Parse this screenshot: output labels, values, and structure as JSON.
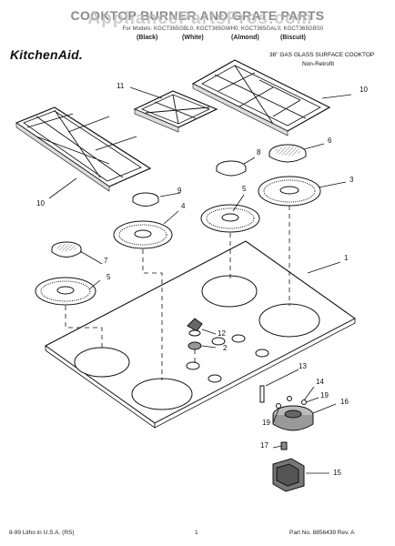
{
  "header": {
    "title": "COOKTOP BURNER AND GRATE PARTS",
    "watermark": "AppliancePartsPros.com",
    "models": "For Models: KGCT365GBL0, KGCT365GWH0, KGCT365GAL0, KGCT365GBS0",
    "colors": [
      "(Black)",
      "(White)",
      "(Almond)",
      "(Biscuit)"
    ],
    "brand": "KitchenAid.",
    "product": "36\" GAS GLASS SURFACE COOKTOP",
    "note": "Non-Retrofit"
  },
  "callouts": {
    "grate_small": "11",
    "grate_right": "10",
    "grate_left": "10",
    "cap_large": "6",
    "cap_mid": "8",
    "head_right": "3",
    "head_center": "5",
    "cap_small": "9",
    "head_mid": "4",
    "cap_left": "7",
    "head_left": "5",
    "cooktop": "1",
    "knob": "12",
    "bezel": "2",
    "electrode": "13",
    "screw": "14",
    "screw_right": "19",
    "screw_left": "19",
    "valve": "16",
    "orifice": "17",
    "bracket": "15"
  },
  "footer": {
    "left": "8-99 Litho in U.S.A. (RS)",
    "center": "1",
    "right": "Part No. 8856439 Rev. A"
  }
}
